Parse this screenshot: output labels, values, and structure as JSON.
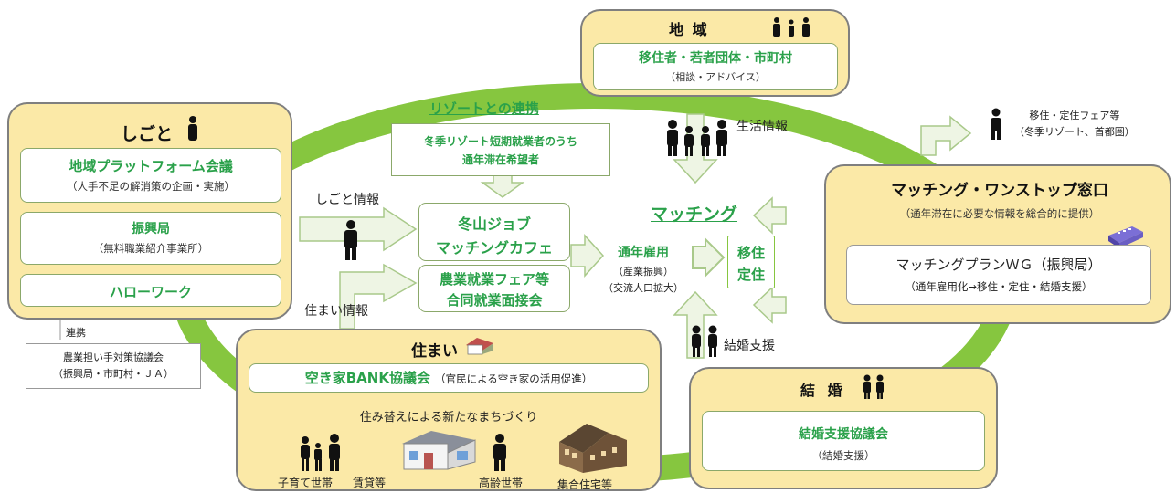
{
  "region": {
    "title": "地 域",
    "org": "移住者・若者団体・市町村",
    "desc": "（相談・アドバイス）"
  },
  "work": {
    "title": "しごと",
    "box1_title": "地域プラットフォーム会議",
    "box1_desc": "（人手不足の解消策の企画・実施）",
    "box2_title": "振興局",
    "box2_desc": "（無料職業紹介事業所）",
    "box3_title": "ハローワーク"
  },
  "resort": {
    "title": "リゾートとの連携",
    "desc_line1": "冬季リゾート短期就業者のうち",
    "desc_line2": "通年滞在希望者"
  },
  "job_cafe": {
    "line1": "冬山ジョブ",
    "line2": "マッチングカフェ"
  },
  "fair": {
    "line1": "農業就業フェア等",
    "line2": "合同就業面接会"
  },
  "labels": {
    "work_info": "しごと情報",
    "housing_info": "住まい情報",
    "life_info": "生活情報",
    "marriage_support": "結婚支援",
    "fair_right_line1": "移住・定住フェア等",
    "fair_right_line2": "（冬季リゾート、首都圏）",
    "renkei": "連携"
  },
  "matching": {
    "title": "マッチング",
    "employment": "通年雇用",
    "employment_sub1": "（産業振興）",
    "employment_sub2": "（交流人口拡大）",
    "settle_line1": "移住",
    "settle_line2": "定住"
  },
  "one_stop": {
    "title": "マッチング・ワンストップ窓口",
    "desc": "（通年滞在に必要な情報を総合的に提供）",
    "inner_title": "マッチングプランＷＧ（振興局）",
    "inner_desc": "（通年雇用化→移住・定住・結婚支援）"
  },
  "agri": {
    "line1": "農業担い手対策協議会",
    "line2": "（振興局・市町村・ＪＡ）"
  },
  "housing": {
    "title": "住まい",
    "bank": "空き家BANK協議会",
    "bank_desc": "（官民による空き家の活用促進）",
    "town": "住み替えによる新たなまちづくり",
    "step1": "子育て世帯",
    "step2": "賃貸等",
    "step3": "高齢世帯",
    "step4": "集合住宅等"
  },
  "marriage": {
    "title": "結 婚",
    "org": "結婚支援協議会",
    "desc": "（結婚支援）"
  },
  "colors": {
    "ring": "#86c63f",
    "box_fill": "#fbe9a7",
    "accent_green": "#2aa14a",
    "arrow_fill": "#eef5e4",
    "arrow_stroke": "#a9c98a"
  }
}
